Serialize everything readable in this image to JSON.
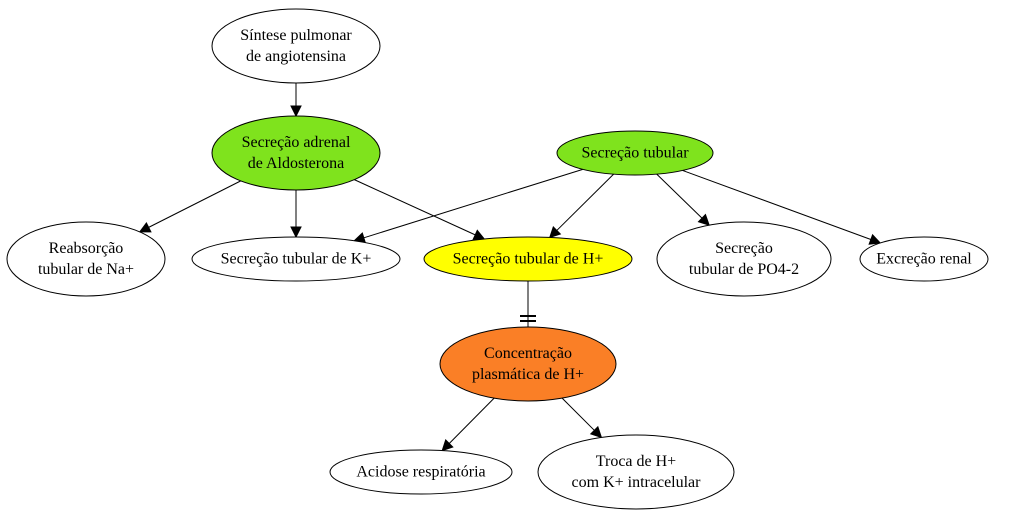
{
  "nodes": [
    {
      "id": "sintese",
      "name": "node-sintese-pulmonar",
      "lines": [
        "Síntese pulmonar",
        "de angiotensina"
      ],
      "fill": "#ffffff"
    },
    {
      "id": "aldosterona",
      "name": "node-secrecao-adrenal-aldosterona",
      "lines": [
        "Secreção adrenal",
        "de Aldosterona"
      ],
      "fill": "#7fe31d"
    },
    {
      "id": "sec_tubular",
      "name": "node-secrecao-tubular",
      "lines": [
        "Secreção tubular"
      ],
      "fill": "#7fe31d"
    },
    {
      "id": "reabs_na",
      "name": "node-reabsorcao-tubular-na",
      "lines": [
        "Reabsorção",
        "tubular de Na+"
      ],
      "fill": "#ffffff"
    },
    {
      "id": "sec_k",
      "name": "node-secrecao-tubular-k",
      "lines": [
        "Secreção tubular de K+"
      ],
      "fill": "#ffffff"
    },
    {
      "id": "sec_h",
      "name": "node-secrecao-tubular-h",
      "lines": [
        "Secreção tubular de H+"
      ],
      "fill": "#ffff00"
    },
    {
      "id": "sec_po4",
      "name": "node-secrecao-tubular-po4",
      "lines": [
        "Secreção",
        "tubular de PO4-2"
      ],
      "fill": "#ffffff"
    },
    {
      "id": "excrecao",
      "name": "node-excrecao-renal",
      "lines": [
        "Excreção renal"
      ],
      "fill": "#ffffff"
    },
    {
      "id": "conc_h",
      "name": "node-concentracao-plasmatica-h",
      "lines": [
        "Concentração",
        "plasmática de H+"
      ],
      "fill": "#fa7f26"
    },
    {
      "id": "acidose",
      "name": "node-acidose-respiratoria",
      "lines": [
        "Acidose respiratória"
      ],
      "fill": "#ffffff"
    },
    {
      "id": "troca",
      "name": "node-troca-h-k-intracelular",
      "lines": [
        "Troca de H+",
        "com K+ intracelular"
      ],
      "fill": "#ffffff"
    }
  ],
  "edges": [
    {
      "from": "sintese",
      "to": "aldosterona",
      "type": "arrow"
    },
    {
      "from": "aldosterona",
      "to": "reabs_na",
      "type": "arrow"
    },
    {
      "from": "aldosterona",
      "to": "sec_k",
      "type": "arrow"
    },
    {
      "from": "aldosterona",
      "to": "sec_h",
      "type": "arrow"
    },
    {
      "from": "sec_tubular",
      "to": "sec_k",
      "type": "arrow"
    },
    {
      "from": "sec_tubular",
      "to": "sec_h",
      "type": "arrow"
    },
    {
      "from": "sec_tubular",
      "to": "sec_po4",
      "type": "arrow"
    },
    {
      "from": "sec_tubular",
      "to": "excrecao",
      "type": "arrow"
    },
    {
      "from": "sec_h",
      "to": "conc_h",
      "type": "tee"
    },
    {
      "from": "conc_h",
      "to": "acidose",
      "type": "arrow"
    },
    {
      "from": "conc_h",
      "to": "troca",
      "type": "arrow"
    }
  ]
}
